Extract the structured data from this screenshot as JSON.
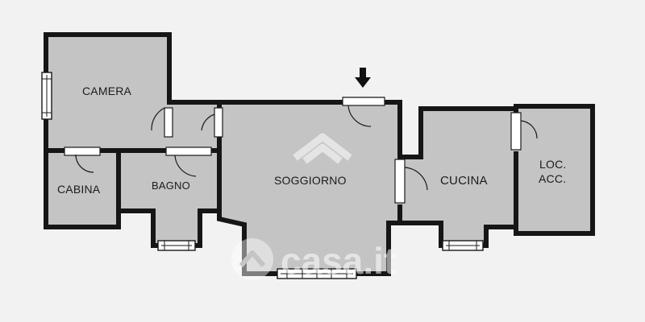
{
  "floorplan": {
    "rooms": {
      "camera": "CAMERA",
      "cabina": "CABINA",
      "bagno": "BAGNO",
      "soggiorno": "SOGGIORNO",
      "cucina": "CUCINA",
      "loc_line1": "LOC.",
      "loc_line2": "ACC."
    },
    "entrance_marker": "down-arrow-icon",
    "watermark": {
      "brand": "casa.it",
      "logo": "casa-house-logo-icon"
    },
    "colors": {
      "room_fill": "#c4c4c4",
      "wall": "#161616",
      "background": "#f2f2f2"
    }
  }
}
